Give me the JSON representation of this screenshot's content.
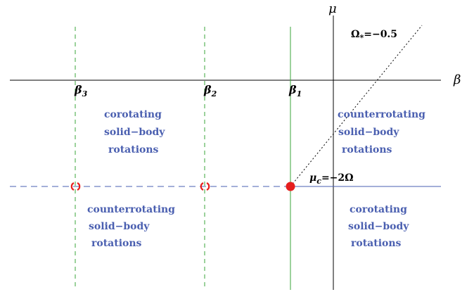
{
  "axes": {
    "x_label": "β",
    "y_label": "μ"
  },
  "markers": {
    "beta1": {
      "name": "β",
      "sub": "1"
    },
    "beta2": {
      "name": "β",
      "sub": "2"
    },
    "beta3": {
      "name": "β",
      "sub": "3"
    }
  },
  "annotations": {
    "omega_star": {
      "main": "Ω",
      "sub": "*",
      "rest": "=−0.5"
    },
    "mu_c": {
      "main": "μ",
      "sub": "c",
      "rest": "=−2Ω"
    }
  },
  "regions": {
    "upper_left": [
      "corotating",
      "solid−body",
      "rotations"
    ],
    "upper_right": [
      "counterrotating",
      "solid−body",
      "rotations"
    ],
    "lower_left": [
      "counterrotating",
      "solid−body",
      "rotations"
    ],
    "lower_right": [
      "corotating",
      "solid−body",
      "rotations"
    ]
  },
  "colors": {
    "green": "#3aa63a",
    "blue_line": "#4a5fb0",
    "red_point": "#e61e1e",
    "text_blue": "#4a5fb0"
  }
}
